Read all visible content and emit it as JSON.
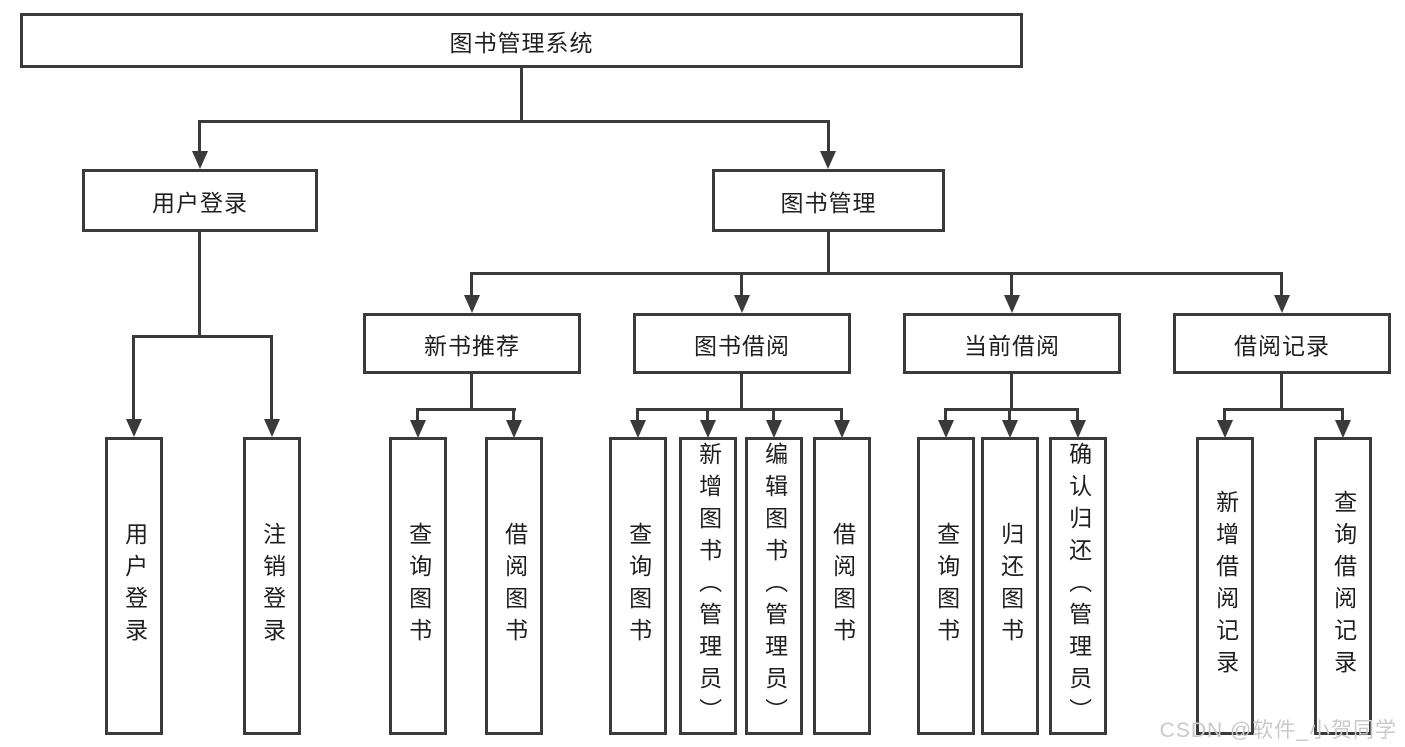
{
  "colors": {
    "background": "#ffffff",
    "box_fill": "#ffffff",
    "box_border": "#3a3a3a",
    "line": "#3a3a3a",
    "label_text": "#1f1f1f",
    "watermark_text": "#c9c9c9"
  },
  "tree": {
    "root": {
      "label": "图书管理系统"
    },
    "branches": [
      {
        "label": "用户登录",
        "children": [
          {
            "label": "用户登录"
          },
          {
            "label": "注销登录"
          }
        ]
      },
      {
        "label": "图书管理",
        "children": [
          {
            "label": "新书推荐",
            "children": [
              {
                "label": "查询图书"
              },
              {
                "label": "借阅图书"
              }
            ]
          },
          {
            "label": "图书借阅",
            "children": [
              {
                "label": "查询图书"
              },
              {
                "label": "新增图书（管理员）"
              },
              {
                "label": "编辑图书（管理员）"
              },
              {
                "label": "借阅图书"
              }
            ]
          },
          {
            "label": "当前借阅",
            "children": [
              {
                "label": "查询图书"
              },
              {
                "label": "归还图书"
              },
              {
                "label": "确认归还（管理员）"
              }
            ]
          },
          {
            "label": "借阅记录",
            "children": [
              {
                "label": "新增借阅记录"
              },
              {
                "label": "查询借阅记录"
              }
            ]
          }
        ]
      }
    ]
  },
  "watermark": {
    "text": "CSDN @软件_小贺同学"
  }
}
